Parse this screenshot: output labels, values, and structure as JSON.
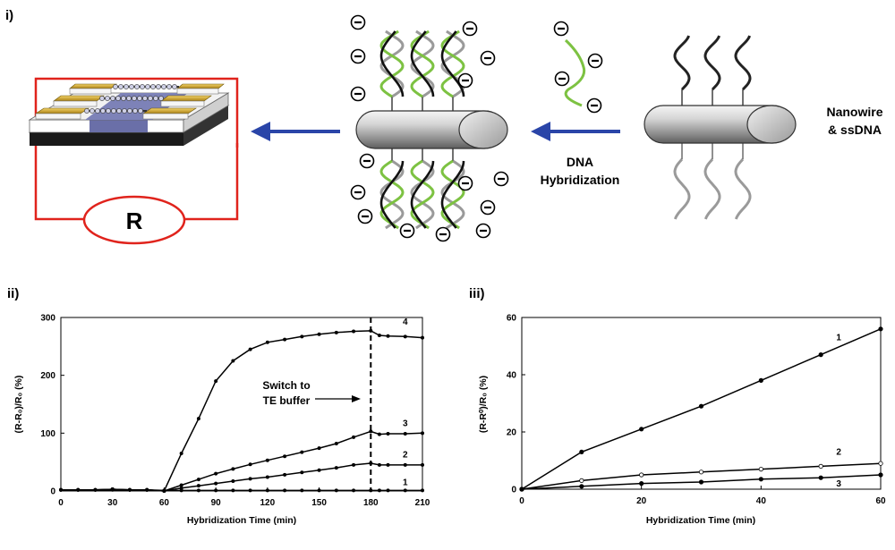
{
  "panels": {
    "i": "i)",
    "ii": "ii)",
    "iii": "iii)"
  },
  "diagram": {
    "resistor_label": "R",
    "nanowire_label_line1": "Nanowire",
    "nanowire_label_line2": "& ssDNA",
    "hybridization_label_line1": "DNA",
    "hybridization_label_line2": "Hybridization",
    "colors": {
      "arrow": "#2a45a8",
      "circuit": "#e0231c",
      "dna_green": "#7dc242",
      "dna_black": "#111111",
      "dna_gray": "#9a9a9a",
      "electrode_gold": "#c9a227",
      "substrate": "#1a1a1a",
      "channel": "#6a6fa8"
    }
  },
  "chart_data": [
    {
      "type": "line",
      "panel": "ii)",
      "xlabel": "Hybridization Time (min)",
      "ylabel": "(R-R₀)/R₀ (%)",
      "xlim": [
        0,
        210
      ],
      "ylim": [
        0,
        300
      ],
      "xticks": [
        "0",
        "30",
        "60",
        "90",
        "120",
        "150",
        "180",
        "210"
      ],
      "yticks": [
        "0",
        "100",
        "200",
        "300"
      ],
      "annotation_line1": "Switch to",
      "annotation_line2": "TE buffer",
      "annotation_x": 180,
      "series": [
        {
          "name": "1",
          "x": [
            0,
            10,
            20,
            30,
            40,
            50,
            60,
            70,
            80,
            90,
            100,
            110,
            120,
            130,
            140,
            150,
            160,
            170,
            180,
            185,
            190,
            200,
            210
          ],
          "values": [
            2,
            2,
            2,
            2,
            2,
            2,
            1,
            1,
            1,
            1,
            1,
            1,
            1,
            1,
            1,
            1,
            1,
            1,
            1,
            1,
            1,
            1,
            1
          ]
        },
        {
          "name": "2",
          "x": [
            0,
            10,
            20,
            30,
            40,
            50,
            60,
            70,
            80,
            90,
            100,
            110,
            120,
            130,
            140,
            150,
            160,
            170,
            180,
            185,
            190,
            200,
            210
          ],
          "values": [
            2,
            2,
            2,
            3,
            2,
            2,
            0,
            5,
            9,
            13,
            17,
            21,
            24,
            28,
            32,
            36,
            40,
            45,
            48,
            45,
            45,
            45,
            45
          ]
        },
        {
          "name": "3",
          "x": [
            0,
            10,
            20,
            30,
            40,
            50,
            60,
            70,
            80,
            90,
            100,
            110,
            120,
            130,
            140,
            150,
            160,
            170,
            180,
            185,
            190,
            200,
            210
          ],
          "values": [
            2,
            2,
            2,
            3,
            2,
            2,
            0,
            10,
            20,
            30,
            38,
            46,
            53,
            60,
            67,
            74,
            82,
            93,
            103,
            98,
            99,
            99,
            100
          ]
        },
        {
          "name": "4",
          "x": [
            0,
            10,
            20,
            30,
            40,
            50,
            60,
            70,
            80,
            90,
            100,
            110,
            120,
            130,
            140,
            150,
            160,
            170,
            180,
            185,
            190,
            200,
            210
          ],
          "values": [
            2,
            2,
            2,
            3,
            2,
            2,
            0,
            65,
            125,
            190,
            225,
            245,
            257,
            262,
            267,
            271,
            274,
            276,
            277,
            269,
            268,
            267,
            265
          ]
        }
      ]
    },
    {
      "type": "line",
      "panel": "iii)",
      "xlabel": "Hybridization Time (min)",
      "ylabel": "(R-R⁰)/R₀ (%)",
      "xlim": [
        0,
        60
      ],
      "ylim": [
        0,
        60
      ],
      "xticks": [
        "0",
        "20",
        "40",
        "60"
      ],
      "yticks": [
        "0",
        "20",
        "40",
        "60"
      ],
      "series": [
        {
          "name": "1",
          "x": [
            0,
            10,
            20,
            30,
            40,
            50,
            60
          ],
          "values": [
            0,
            13,
            21,
            29,
            38,
            47,
            56
          ]
        },
        {
          "name": "2",
          "x": [
            0,
            10,
            20,
            30,
            40,
            50,
            60
          ],
          "values": [
            0,
            3,
            5,
            6,
            7,
            8,
            9
          ]
        },
        {
          "name": "3",
          "x": [
            0,
            10,
            20,
            30,
            40,
            50,
            60
          ],
          "values": [
            0,
            1,
            2,
            2.5,
            3.5,
            4,
            5
          ]
        }
      ]
    }
  ]
}
